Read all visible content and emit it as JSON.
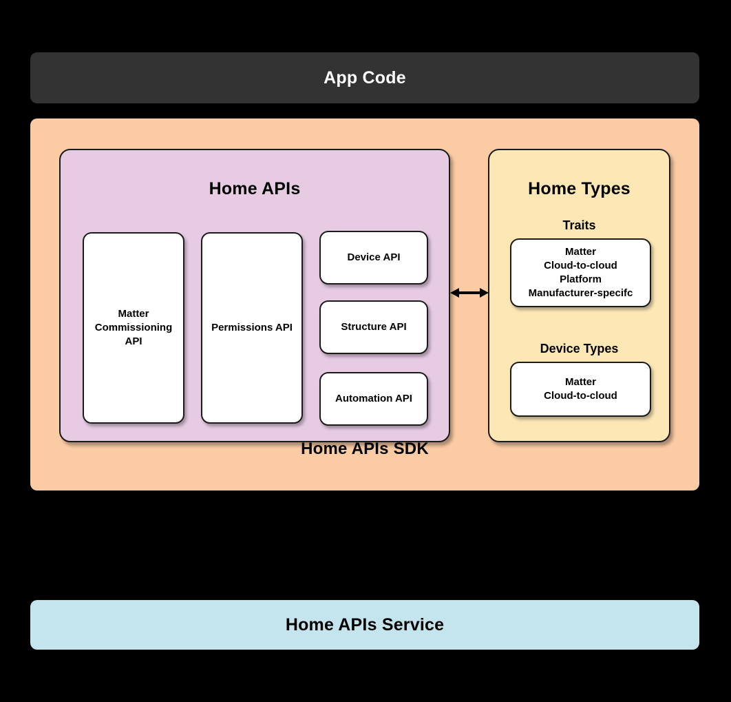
{
  "diagram": {
    "title": "Home APIs SDK architecture",
    "background_color": "#000000"
  },
  "app_code": {
    "label": "App Code",
    "background_color": "#333333",
    "text_color": "#FFFFFF"
  },
  "sdk": {
    "label": "Home APIs SDK",
    "background_color": "#FBCBA4"
  },
  "home_apis": {
    "title": "Home APIs",
    "background_color": "#E6CBE3",
    "cards": [
      {
        "label": "Matter\nCommissioning\nAPI"
      },
      {
        "label": "Permissions API"
      },
      {
        "label": "Device API"
      },
      {
        "label": "Structure API"
      },
      {
        "label": "Automation API"
      }
    ]
  },
  "home_types": {
    "title": "Home Types",
    "background_color": "#FCE7B5",
    "sections": [
      {
        "title": "Traits",
        "card_label": "Matter\nCloud-to-cloud\nPlatform\nManufacturer-specifc"
      },
      {
        "title": "Device Types",
        "card_label": "Matter\nCloud-to-cloud"
      }
    ]
  },
  "connector": {
    "name": "bidirectional-arrow",
    "color": "#000000"
  },
  "service": {
    "label": "Home APIs Service",
    "background_color": "#C5E5EE",
    "text_color": "#000000"
  }
}
